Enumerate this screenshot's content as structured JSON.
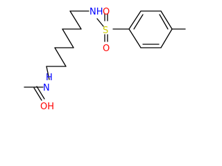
{
  "molecule": {
    "labels": {
      "n_sulfonamide": "NH",
      "sulfur": "S",
      "oxygen_upper": "O",
      "oxygen_lower": "O",
      "n_amide": "N",
      "n_amide_h": "H",
      "oxygen_carbonyl": "OH"
    },
    "colors": {
      "bond": "#000000",
      "nitrogen": "#0000ff",
      "oxygen": "#ff0000",
      "sulfur": "#cccc00"
    }
  }
}
